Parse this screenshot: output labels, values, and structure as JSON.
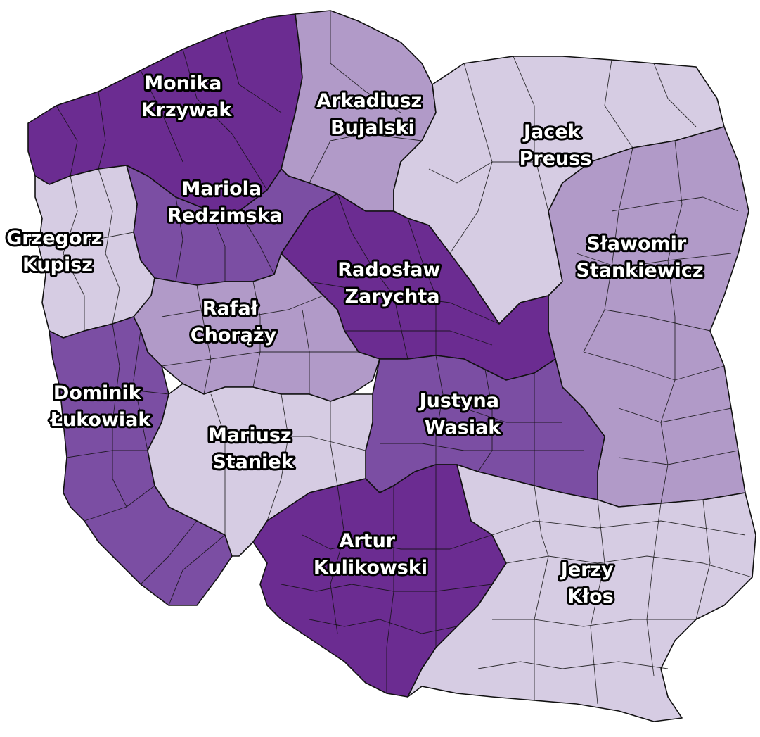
{
  "colors": {
    "level_1": "#6b2c91",
    "level_2": "#7b4ea3",
    "level_3": "#b19ac8",
    "level_4": "#d6cce3"
  },
  "regions": [
    {
      "id": "west-pomerania",
      "level": "level_1",
      "label": [
        "Monika",
        "Krzywak"
      ]
    },
    {
      "id": "gdansk",
      "level": "level_3",
      "label": [
        "Arkadiusz",
        "Bujalski"
      ]
    },
    {
      "id": "north-east",
      "level": "level_4",
      "label": [
        "Jacek",
        "Preuss"
      ]
    },
    {
      "id": "bydgoszcz",
      "level": "level_2",
      "label": [
        "Mariola",
        "Redzimska"
      ]
    },
    {
      "id": "west-lubusz",
      "level": "level_4",
      "label": [
        "Grzegorz",
        "Kupisz"
      ]
    },
    {
      "id": "east-podlasie",
      "level": "level_3",
      "label": [
        "Sławomir",
        "Stankiewicz"
      ]
    },
    {
      "id": "central-mazovia",
      "level": "level_1",
      "label": [
        "Radosław",
        "Zarychta"
      ]
    },
    {
      "id": "greater-poland",
      "level": "level_3",
      "label": [
        "Rafał",
        "Chorąży"
      ]
    },
    {
      "id": "lower-silesia",
      "level": "level_2",
      "label": [
        "Dominik",
        "Łukowiak"
      ]
    },
    {
      "id": "kielce-radom",
      "level": "level_2",
      "label": [
        "Justyna",
        "Wasiak"
      ]
    },
    {
      "id": "lodz-opole",
      "level": "level_4",
      "label": [
        "Mariusz",
        "Staniek"
      ]
    },
    {
      "id": "silesia-krakow",
      "level": "level_1",
      "label": [
        "Artur",
        "Kulikowski"
      ]
    },
    {
      "id": "south-east",
      "level": "level_4",
      "label": [
        "Jerzy",
        "Kłos"
      ]
    }
  ]
}
